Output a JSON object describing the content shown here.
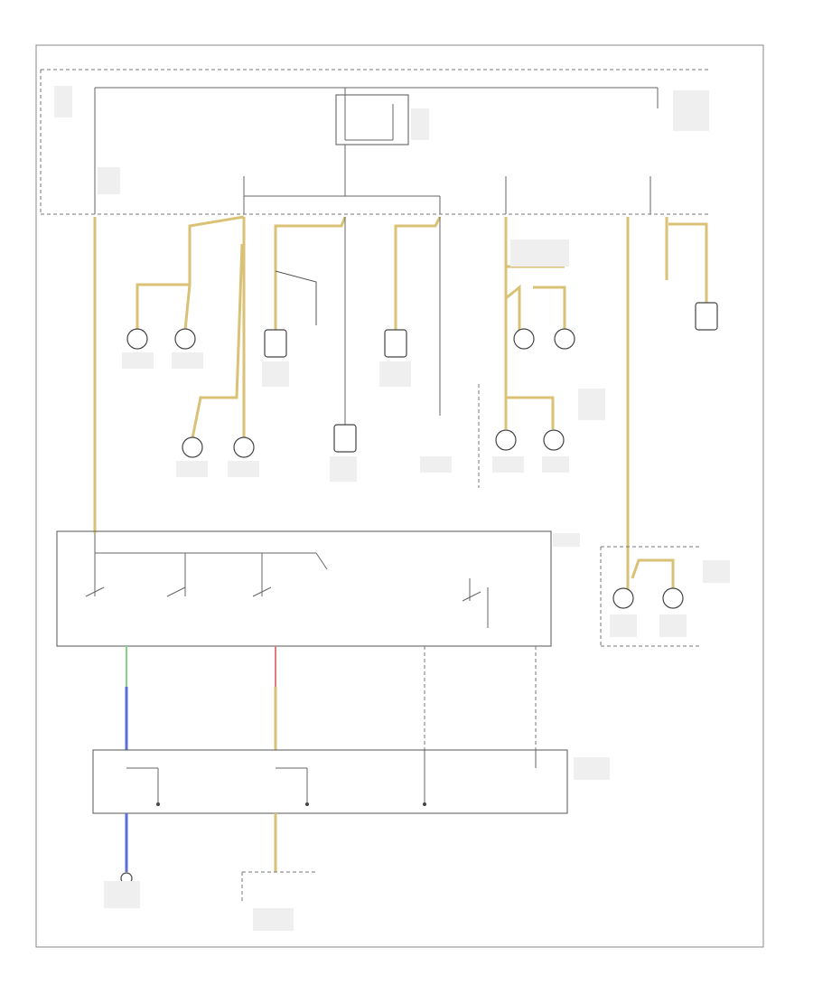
{
  "diagram": {
    "frame_label": "",
    "footer_code": "",
    "colors": {
      "yellow": "#d9c276",
      "blue": "#5b6fd6",
      "green": "#7fd67f",
      "red": "#e07b7b",
      "line": "#555555"
    },
    "components": [
      {
        "id": "left-front-turn-lamp",
        "label": ""
      },
      {
        "id": "right-front-turn-lamp",
        "label": ""
      },
      {
        "id": "front-marker-lamp-left",
        "label": ""
      },
      {
        "id": "front-marker-lamp-right",
        "label": ""
      },
      {
        "id": "license-lamp-left",
        "label": ""
      },
      {
        "id": "license-lamp-right",
        "label": ""
      },
      {
        "id": "right-rear-lamp-1",
        "label": ""
      },
      {
        "id": "right-rear-lamp-2",
        "label": ""
      },
      {
        "id": "left-rear-lamp-1",
        "label": ""
      },
      {
        "id": "left-rear-lamp-2",
        "label": ""
      },
      {
        "id": "headlamp-switch",
        "label": ""
      },
      {
        "id": "body-control-module",
        "label": ""
      }
    ]
  }
}
